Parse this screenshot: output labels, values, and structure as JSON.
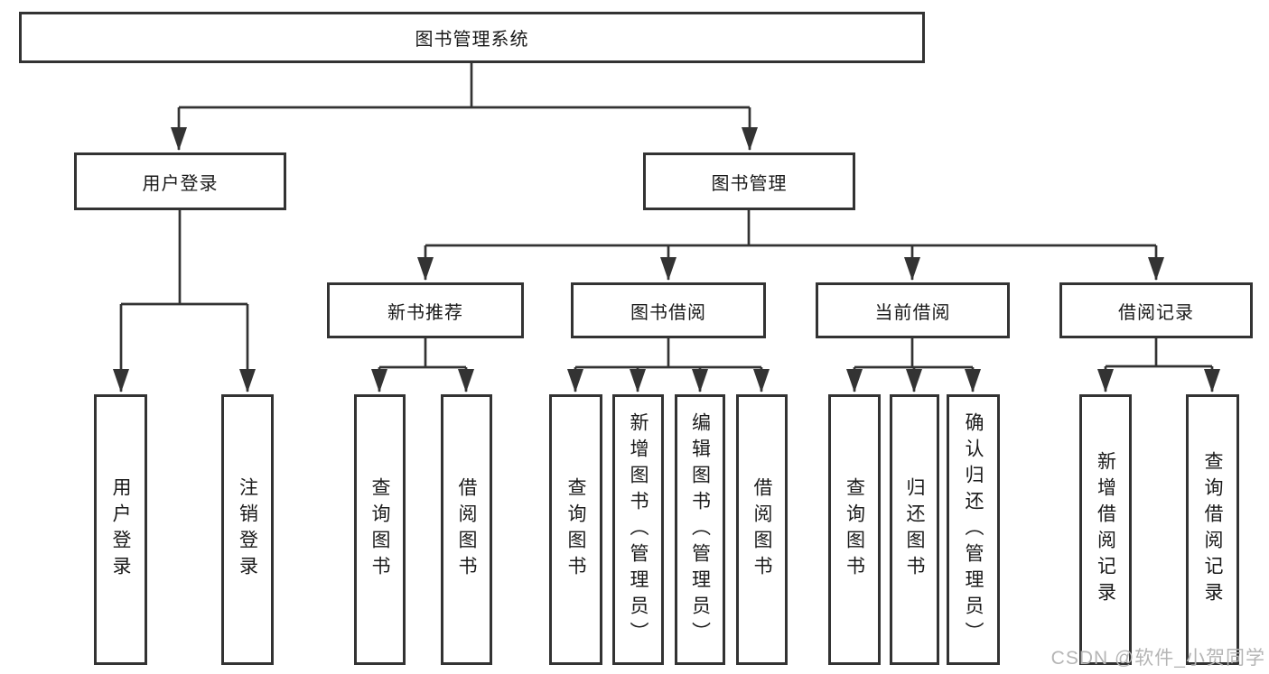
{
  "tree": {
    "root": {
      "label": "图书管理系统",
      "children": [
        {
          "label": "用户登录",
          "children": [
            {
              "label": "用户登录"
            },
            {
              "label": "注销登录"
            }
          ]
        },
        {
          "label": "图书管理",
          "children": [
            {
              "label": "新书推荐",
              "children": [
                {
                  "label": "查询图书"
                },
                {
                  "label": "借阅图书"
                }
              ]
            },
            {
              "label": "图书借阅",
              "children": [
                {
                  "label": "查询图书"
                },
                {
                  "label": "新增图书（管理员）"
                },
                {
                  "label": "编辑图书（管理员）"
                },
                {
                  "label": "借阅图书"
                }
              ]
            },
            {
              "label": "当前借阅",
              "children": [
                {
                  "label": "查询图书"
                },
                {
                  "label": "归还图书"
                },
                {
                  "label": "确认归还（管理员）"
                }
              ]
            },
            {
              "label": "借阅记录",
              "children": [
                {
                  "label": "新增借阅记录"
                },
                {
                  "label": "查询借阅记录"
                }
              ]
            }
          ]
        }
      ]
    }
  },
  "watermark": {
    "text": "CSDN @软件_小贺同学"
  },
  "colors": {
    "line": "#333333",
    "box_border": "#333333",
    "text": "#1a1a1a",
    "watermark": "#b5b5b5",
    "background": "#ffffff"
  }
}
